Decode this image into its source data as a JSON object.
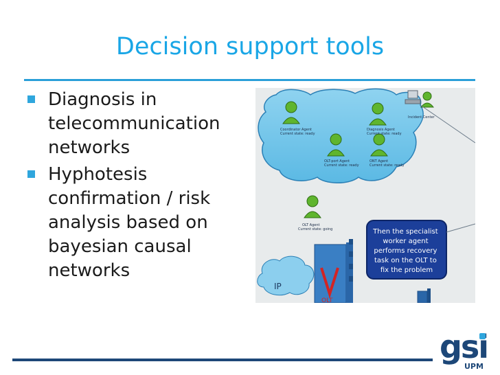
{
  "slide": {
    "title": "Decision support tools",
    "bullets": [
      [
        "Diagnosis in",
        "telecommunication",
        "networks"
      ],
      [
        "Hyphotesis",
        "confirmation / risk",
        "analysis based on",
        "bayesian causal",
        "networks"
      ]
    ]
  },
  "figure": {
    "agents": [
      {
        "name": "Coordinator Agent",
        "state": "Current state: ready"
      },
      {
        "name": "Diagnosis Agent",
        "state": "Current state: ready"
      },
      {
        "name": "OLT-port Agent",
        "state": "Current state: ready"
      },
      {
        "name": "ONT Agent",
        "state": "Current state: ready"
      },
      {
        "name": "OLT Agent",
        "state": "Current state: going"
      }
    ],
    "incident_label": "Incident Center",
    "callout_lines": [
      "Then the specialist",
      "worker agent",
      "performs recovery",
      "task on the OLT to",
      "fix the problem"
    ],
    "ip_label": "IP",
    "olt_label": "OLT"
  },
  "logo": {
    "text": "gsi",
    "sub": "UPM"
  },
  "colors": {
    "title": "#19a6e6",
    "rule": "#2a9fd8",
    "footer_rule": "#1d4778",
    "cloud": "#6ec5e9",
    "callout": "#1c3f9a"
  }
}
